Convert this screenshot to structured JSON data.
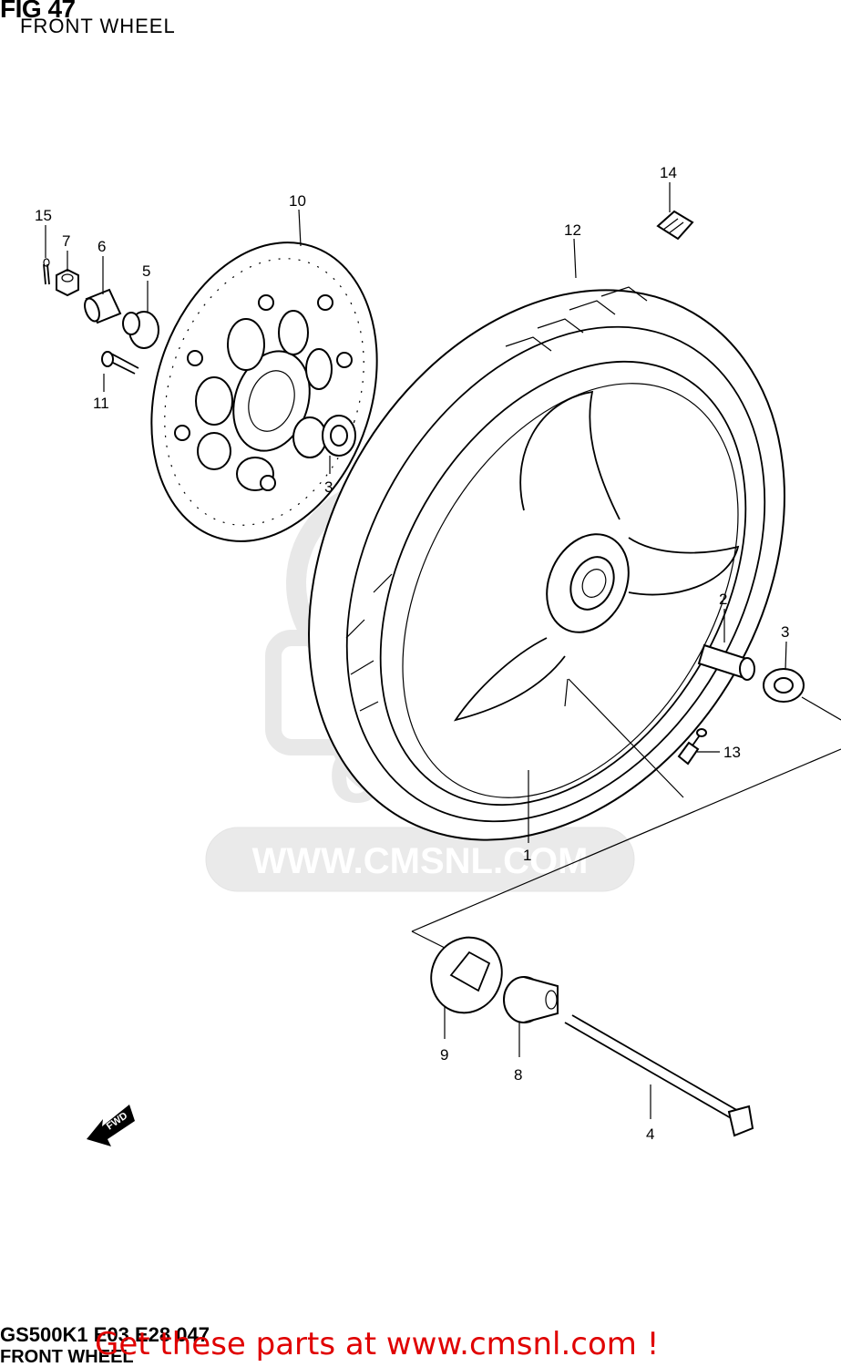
{
  "header": {
    "fig_label": "FIG 47",
    "title": "FRONT WHEEL"
  },
  "watermark": {
    "text": "WWW.CMSNL.COM"
  },
  "footer": {
    "code": "GS500K1 E03 E28 047",
    "subtitle": "FRONT WHEEL",
    "call_to_action": "Get these parts at www.cmsnl.com !"
  },
  "fwd_arrow": {
    "text": "FWD",
    "icon": "fwd-arrow-icon"
  },
  "callouts": [
    "1",
    "2",
    "3",
    "3",
    "4",
    "5",
    "6",
    "7",
    "8",
    "9",
    "10",
    "11",
    "12",
    "13",
    "14",
    "15"
  ],
  "colors": {
    "cta": "#e00000",
    "watermark": "#e8e8e8"
  }
}
